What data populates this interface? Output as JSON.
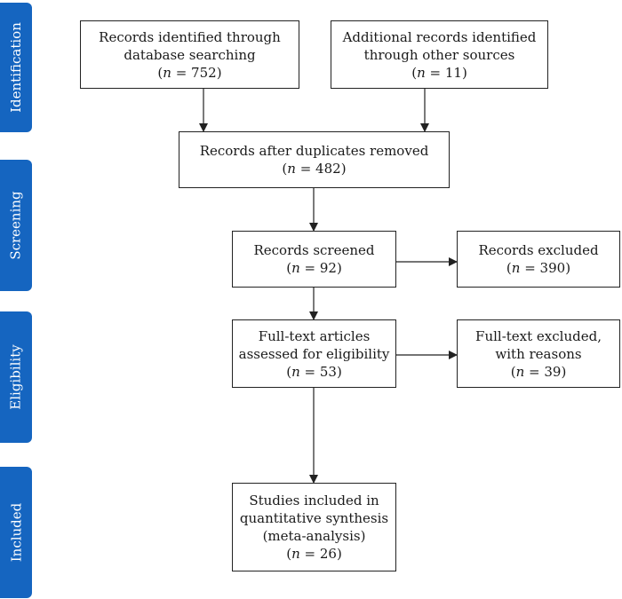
{
  "phases": {
    "identification": "Identification",
    "screening": "Screening",
    "eligibility": "Eligibility",
    "included": "Included"
  },
  "boxes": {
    "database": {
      "line1": "Records identified through",
      "line2": "database searching",
      "n_label": "n",
      "n_value": " = 752"
    },
    "other": {
      "line1": "Additional records identified",
      "line2": "through other sources",
      "n_label": "n",
      "n_value": " = 11"
    },
    "duplicates": {
      "line1": "Records after duplicates removed",
      "n_label": "n",
      "n_value": " = 482"
    },
    "screened": {
      "line1": "Records screened",
      "n_label": "n",
      "n_value": " = 92"
    },
    "excluded": {
      "line1": "Records excluded",
      "n_label": "n",
      "n_value": " = 390"
    },
    "fulltext": {
      "line1": "Full-text articles",
      "line2": "assessed for eligibility",
      "n_label": "n",
      "n_value": " = 53"
    },
    "fulltext_excluded": {
      "line1": "Full-text excluded,",
      "line2": "with reasons",
      "n_label": "n",
      "n_value": " = 39"
    },
    "included": {
      "line1": "Studies included in",
      "line2": "quantitative synthesis",
      "line3": "(meta-analysis)",
      "n_label": "n",
      "n_value": " = 26"
    }
  },
  "colors": {
    "phase_bar": "#1565c0",
    "box_border": "#222222",
    "arrow": "#222222"
  }
}
